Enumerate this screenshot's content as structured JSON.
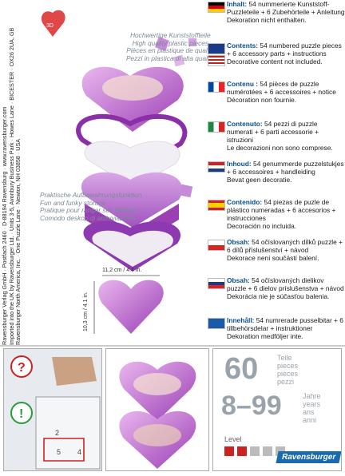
{
  "address": [
    "Ravensburger Verlag GmbH · Postfach 2460 · D-88194 Ravensburg · www.ravensburger.com",
    "Imported into the UK by Ravensburger Ltd. · Units 3-5, Avonbury Business Park · Howes Lane · BICESTER · OX26 2UA, GB",
    "Ravensburger North America, Inc. · One Puzzle Lane · Newton, NH 03858 · USA"
  ],
  "claims": {
    "plastic": [
      "Hochwertige Kunststoffteile",
      "High quality plastic pieces",
      "Pièces en plastique de qualité",
      "Pezzi in plastica di alta qualità"
    ],
    "storage": [
      "Praktische Aufbewahrungsfunktion",
      "Fun and funky storage",
      "Pratique pour ranger ses affaires",
      "Comodo deskop di archiviazione"
    ]
  },
  "dimensions": {
    "width": "11,2 cm / 4.4 in.",
    "height": "10,3 cm / 4.1 in."
  },
  "languages": [
    {
      "flag": "de",
      "label": "Inhalt:",
      "text": " 54 nummerierte Kunststoff-Puzzleteile + 6 Zubehörteile + Anleitung",
      "note": "Dekoration nicht enthalten."
    },
    {
      "flag": "uk-us",
      "label": "Contents:",
      "text": " 54 numbered puzzle pieces + 6 accessory parts + instructions",
      "note": "Decorative content not included."
    },
    {
      "flag": "fr",
      "label": "Contenu :",
      "text": " 54 pièces de puzzle numérotées + 6 accessoires + notice",
      "note": "Décoration non fournie."
    },
    {
      "flag": "it",
      "label": "Contenuto:",
      "text": " 54 pezzi di puzzle numerati + 6 parti accessorie + istruzioni",
      "note": "Le decorazioni non sono comprese."
    },
    {
      "flag": "nl",
      "label": "Inhoud:",
      "text": " 54 genummerde puzzelstukjes + 6 accessoires + handleiding",
      "note": "Bevat geen decoratie."
    },
    {
      "flag": "es",
      "label": "Contenido:",
      "text": " 54 piezas de puzle de plástico numeradas + 6 accesorios + instrucciones",
      "note": "Decoración no incluida."
    },
    {
      "flag": "cz",
      "label": "Obsah:",
      "text": " 54 očíslovaných dílků puzzle + 6 dílů příslušenství + návod",
      "note": "Dekorace není součástí balení."
    },
    {
      "flag": "sk",
      "label": "Obsah:",
      "text": " 54 očíslovaných dielikov puzzle + 6 dielov príslušenstva + návod",
      "note": "Dekorácia nie je súčasťou balenia."
    },
    {
      "flag": "se",
      "label": "Innehåll:",
      "text": " 54 numrerade pusselbitar + 6 tillbehörsdelar + instruktioner",
      "note": "Dekoration medföljer inte."
    }
  ],
  "stats": {
    "pieces_num": "60",
    "pieces_words": [
      "Teile",
      "pieces",
      "pièces",
      "pezzi"
    ],
    "age_num": "8–99",
    "age_words": [
      "Jahre",
      "years",
      "ans",
      "anni"
    ],
    "level_label": "Level",
    "level": 0.4
  },
  "brand": "Ravensburger",
  "colors": {
    "purple": "#9b3fb5",
    "pink": "#e6a6e8",
    "light_purple": "#c98fe0",
    "brand_blue": "#1a6ab0"
  }
}
